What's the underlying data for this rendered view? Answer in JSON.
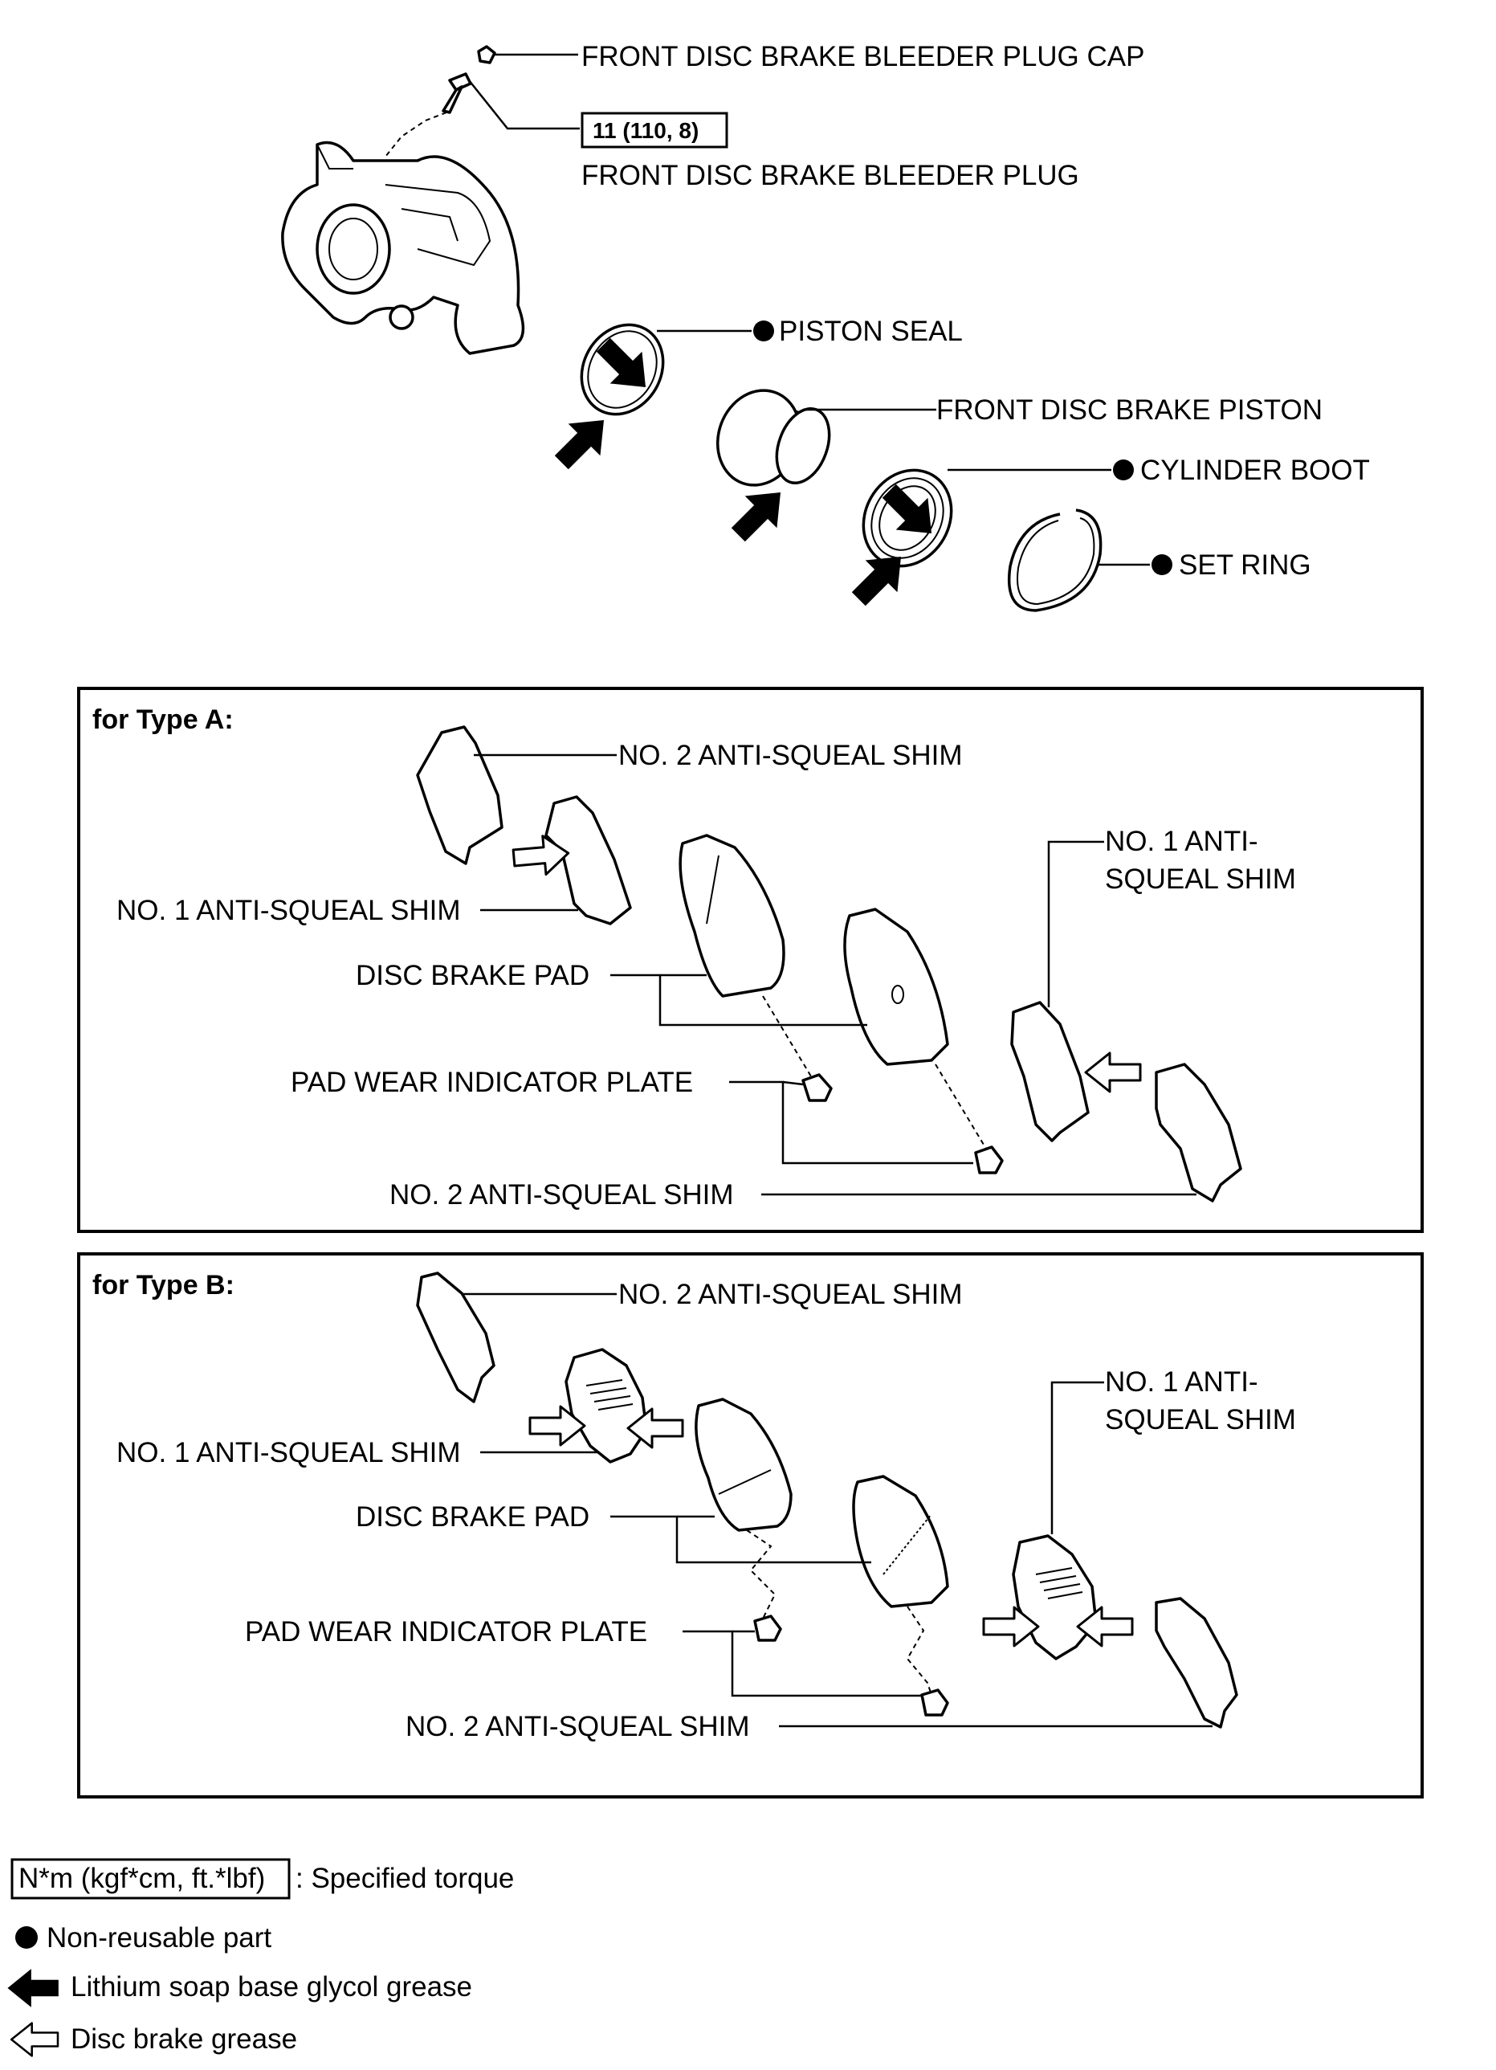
{
  "top_parts": {
    "bleeder_cap": "FRONT DISC BRAKE BLEEDER PLUG CAP",
    "torque_value": "11 (110, 8)",
    "bleeder_plug": "FRONT DISC BRAKE BLEEDER PLUG",
    "piston_seal": "PISTON SEAL",
    "piston": "FRONT DISC BRAKE PISTON",
    "cylinder_boot": "CYLINDER BOOT",
    "set_ring": "SET RING"
  },
  "type_a": {
    "title": "for Type A:",
    "shim2_top": "NO. 2 ANTI-SQUEAL SHIM",
    "shim1_left": "NO. 1 ANTI-SQUEAL SHIM",
    "shim1_right_line1": "NO. 1 ANTI-",
    "shim1_right_line2": "SQUEAL SHIM",
    "pad": "DISC BRAKE PAD",
    "indicator": "PAD WEAR INDICATOR PLATE",
    "shim2_bottom": "NO. 2 ANTI-SQUEAL SHIM"
  },
  "type_b": {
    "title": "for Type B:",
    "shim2_top": "NO. 2 ANTI-SQUEAL SHIM",
    "shim1_left": "NO. 1 ANTI-SQUEAL SHIM",
    "shim1_right_line1": "NO. 1 ANTI-",
    "shim1_right_line2": "SQUEAL SHIM",
    "pad": "DISC BRAKE PAD",
    "indicator": "PAD WEAR INDICATOR PLATE",
    "shim2_bottom": "NO. 2 ANTI-SQUEAL SHIM"
  },
  "legend": {
    "torque_box": "N*m (kgf*cm, ft.*lbf)",
    "torque_desc": ": Specified torque",
    "non_reusable": "Non-reusable part",
    "lithium_grease": "Lithium soap base glycol grease",
    "disc_grease": "Disc brake grease"
  }
}
